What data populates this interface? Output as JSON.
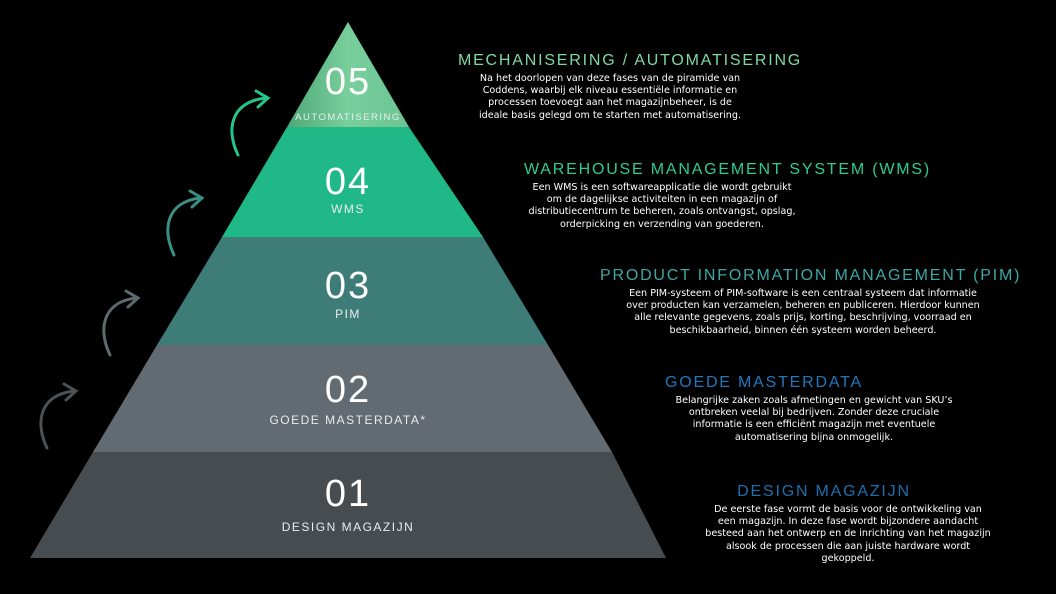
{
  "colors": {
    "level5": "#72c998",
    "level4": "#20b887",
    "level3": "#3e7c77",
    "level2": "#626a72",
    "level1": "#464c50",
    "h5": "#7fd8a4",
    "h4": "#2ecb98",
    "h3": "#3aa9a5",
    "h2": "#2177bd",
    "h1": "#1e6faf"
  },
  "levels": [
    {
      "num": "05",
      "label": "AUTOMATISERING"
    },
    {
      "num": "04",
      "label": "WMS"
    },
    {
      "num": "03",
      "label": "PIM"
    },
    {
      "num": "02",
      "label": "GOEDE MASTERDATA*"
    },
    {
      "num": "01",
      "label": "DESIGN MAGAZIJN"
    }
  ],
  "blocks": [
    {
      "title": "MECHANISERING / AUTOMATISERING",
      "text": "Na het doorlopen van deze fases van de piramide van\nCoddens, waarbij elk niveau essentiële informatie en\nprocessen toevoegt aan het magazijnbeheer, is de\nideale basis gelegd om te starten met automatisering."
    },
    {
      "title": "WAREHOUSE MANAGEMENT SYSTEM (WMS)",
      "text": "Een WMS is een softwareapplicatie die wordt gebruikt\nom de dagelijkse activiteiten in een magazijn of\ndistributiecentrum te beheren, zoals ontvangst, opslag,\norderpicking en verzending van goederen."
    },
    {
      "title": "PRODUCT INFORMATION MANAGEMENT (PIM)",
      "text": "Een PIM-systeem of PIM-software is een centraal systeem dat informatie\nover producten kan verzamelen, beheren en publiceren. Hierdoor kunnen\nalle relevante gegevens, zoals prijs, korting, beschrijving, voorraad en\nbeschikbaarheid, binnen één systeem worden beheerd."
    },
    {
      "title": "GOEDE MASTERDATA",
      "text": "Belangrijke zaken zoals afmetingen en gewicht van SKU’s\nontbreken veelal bij bedrijven. Zonder deze cruciale\ninformatie is een efficiënt magazijn met eventuele\nautomatisering bijna onmogelijk."
    },
    {
      "title": "DESIGN MAGAZIJN",
      "text": "De eerste fase vormt de basis voor de ontwikkeling van\neen magazijn. In deze fase wordt bijzondere aandacht\nbesteed aan het ontwerp en de inrichting van het magazijn\nalsook de processen die aan juiste hardware wordt\ngekoppeld."
    }
  ]
}
